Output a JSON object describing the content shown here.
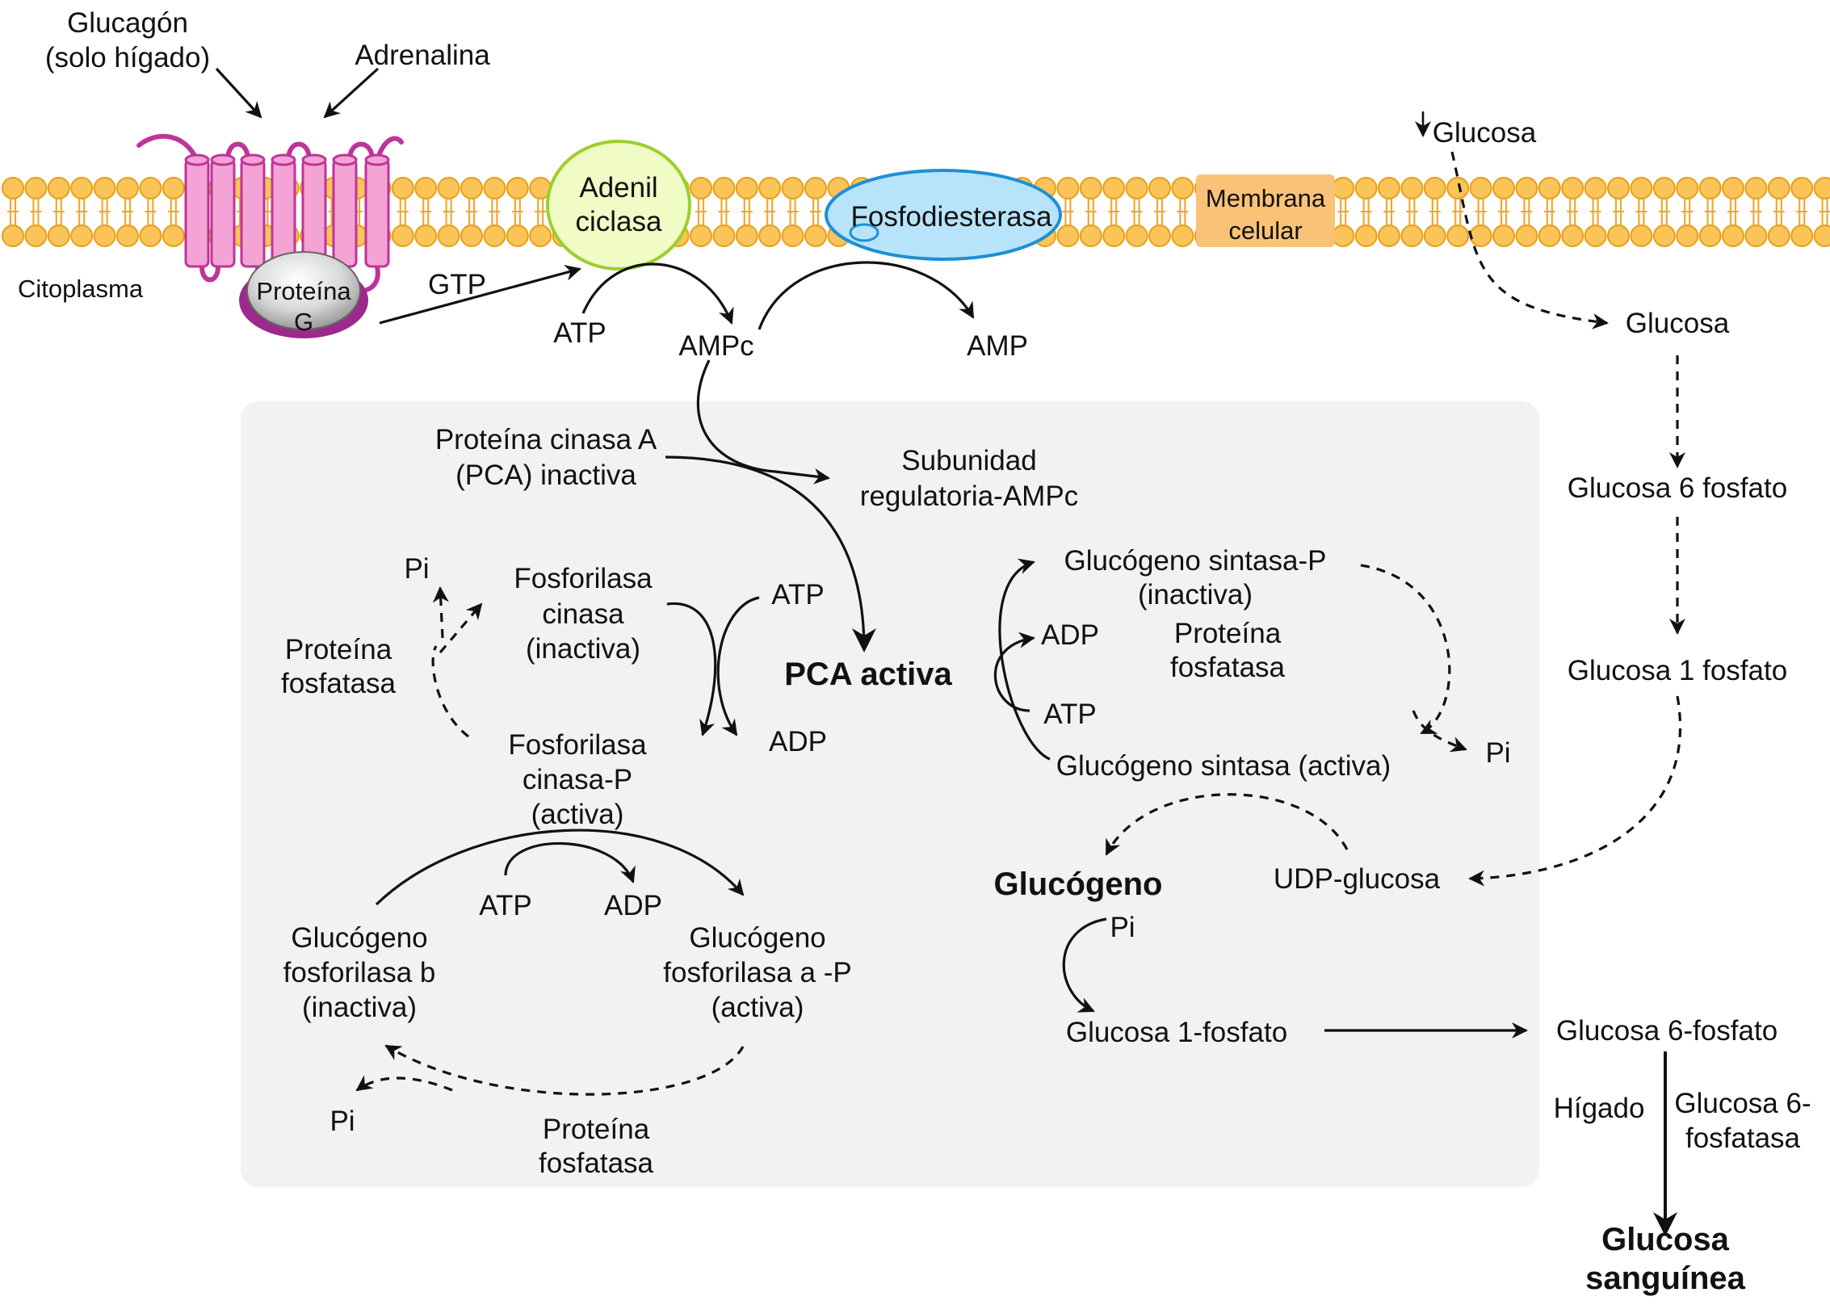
{
  "colors": {
    "membrane_head": "#fbc459",
    "membrane_head_stroke": "#e79f18",
    "membrane_tail": "#f0a830",
    "receptor_fill": "#f3a4d4",
    "receptor_stroke": "#c0339a",
    "protein_g_rim": "#9c2a8c",
    "adenil_fill": "#f0fbc6",
    "adenil_stroke": "#9bcf2c",
    "fosfo_fill": "#b7e4fb",
    "fosfo_stroke": "#1f8fd6",
    "membrane_label_bg": "#f9c277",
    "panel_bg": "#f2f2f2"
  },
  "icons": [
    "receptor-icon",
    "g-protein-icon",
    "adenylate-cyclase-icon",
    "phosphodiesterase-icon",
    "lipid-bilayer-icon"
  ],
  "labels": {
    "glucagon_1": "Glucagón",
    "glucagon_2": "(solo hígado)",
    "adrenalina": "Adrenalina",
    "citoplasma": "Citoplasma",
    "proteina_g_1": "Proteína",
    "proteina_g_2": "G",
    "adenil_1": "Adenil",
    "adenil_2": "ciclasa",
    "fosfodiesterasa": "Fosfodiesterasa",
    "membrana_1": "Membrana",
    "membrana_2": "celular",
    "gtp": "GTP",
    "atp_top": "ATP",
    "ampc": "AMPc",
    "amp": "AMP",
    "glucosa_outside": "Glucosa",
    "glucosa_inside": "Glucosa",
    "glucosa_6_fosfato_r": "Glucosa 6 fosfato",
    "glucosa_1_fosfato_r": "Glucosa 1 fosfato",
    "pca_inactiva_1": "Proteína cinasa A",
    "pca_inactiva_2": "(PCA) inactiva",
    "subunidad_1": "Subunidad",
    "subunidad_2": "regulatoria-AMPc",
    "pca_activa": "PCA activa",
    "pi_a": "Pi",
    "fk_in_1": "Fosforilasa",
    "fk_in_2": "cinasa",
    "fk_in_3": "(inactiva)",
    "atp_a": "ATP",
    "pf_a_1": "Proteína",
    "pf_a_2": "fosfatasa",
    "fk_act_1": "Fosforilasa",
    "fk_act_2": "cinasa-P",
    "fk_act_3": "(activa)",
    "adp_a": "ADP",
    "atp_b": "ATP",
    "adp_b": "ADP",
    "gfb_1": "Glucógeno",
    "gfb_2": "fosforilasa b",
    "gfb_3": "(inactiva)",
    "gfa_1": "Glucógeno",
    "gfa_2": "fosforilasa a -P",
    "gfa_3": "(activa)",
    "pi_b": "Pi",
    "pf_b_1": "Proteína",
    "pf_b_2": "fosfatasa",
    "gsp_1": "Glucógeno sintasa-P",
    "gsp_2": "(inactiva)",
    "adp_c": "ADP",
    "atp_c": "ATP",
    "pf_c_1": "Proteína",
    "pf_c_2": "fosfatasa",
    "pi_c": "Pi",
    "gs_act": "Glucógeno sintasa (activa)",
    "glucogeno": "Glucógeno",
    "udp_glucosa": "UDP-glucosa",
    "pi_d": "Pi",
    "glucosa_1f": "Glucosa 1-fosfato",
    "glucosa_6f": "Glucosa 6-fosfato",
    "higado": "Hígado",
    "g6p_enz_1": "Glucosa 6-",
    "g6p_enz_2": "fosfatasa",
    "sanguinea_1": "Glucosa",
    "sanguinea_2": "sanguínea"
  }
}
